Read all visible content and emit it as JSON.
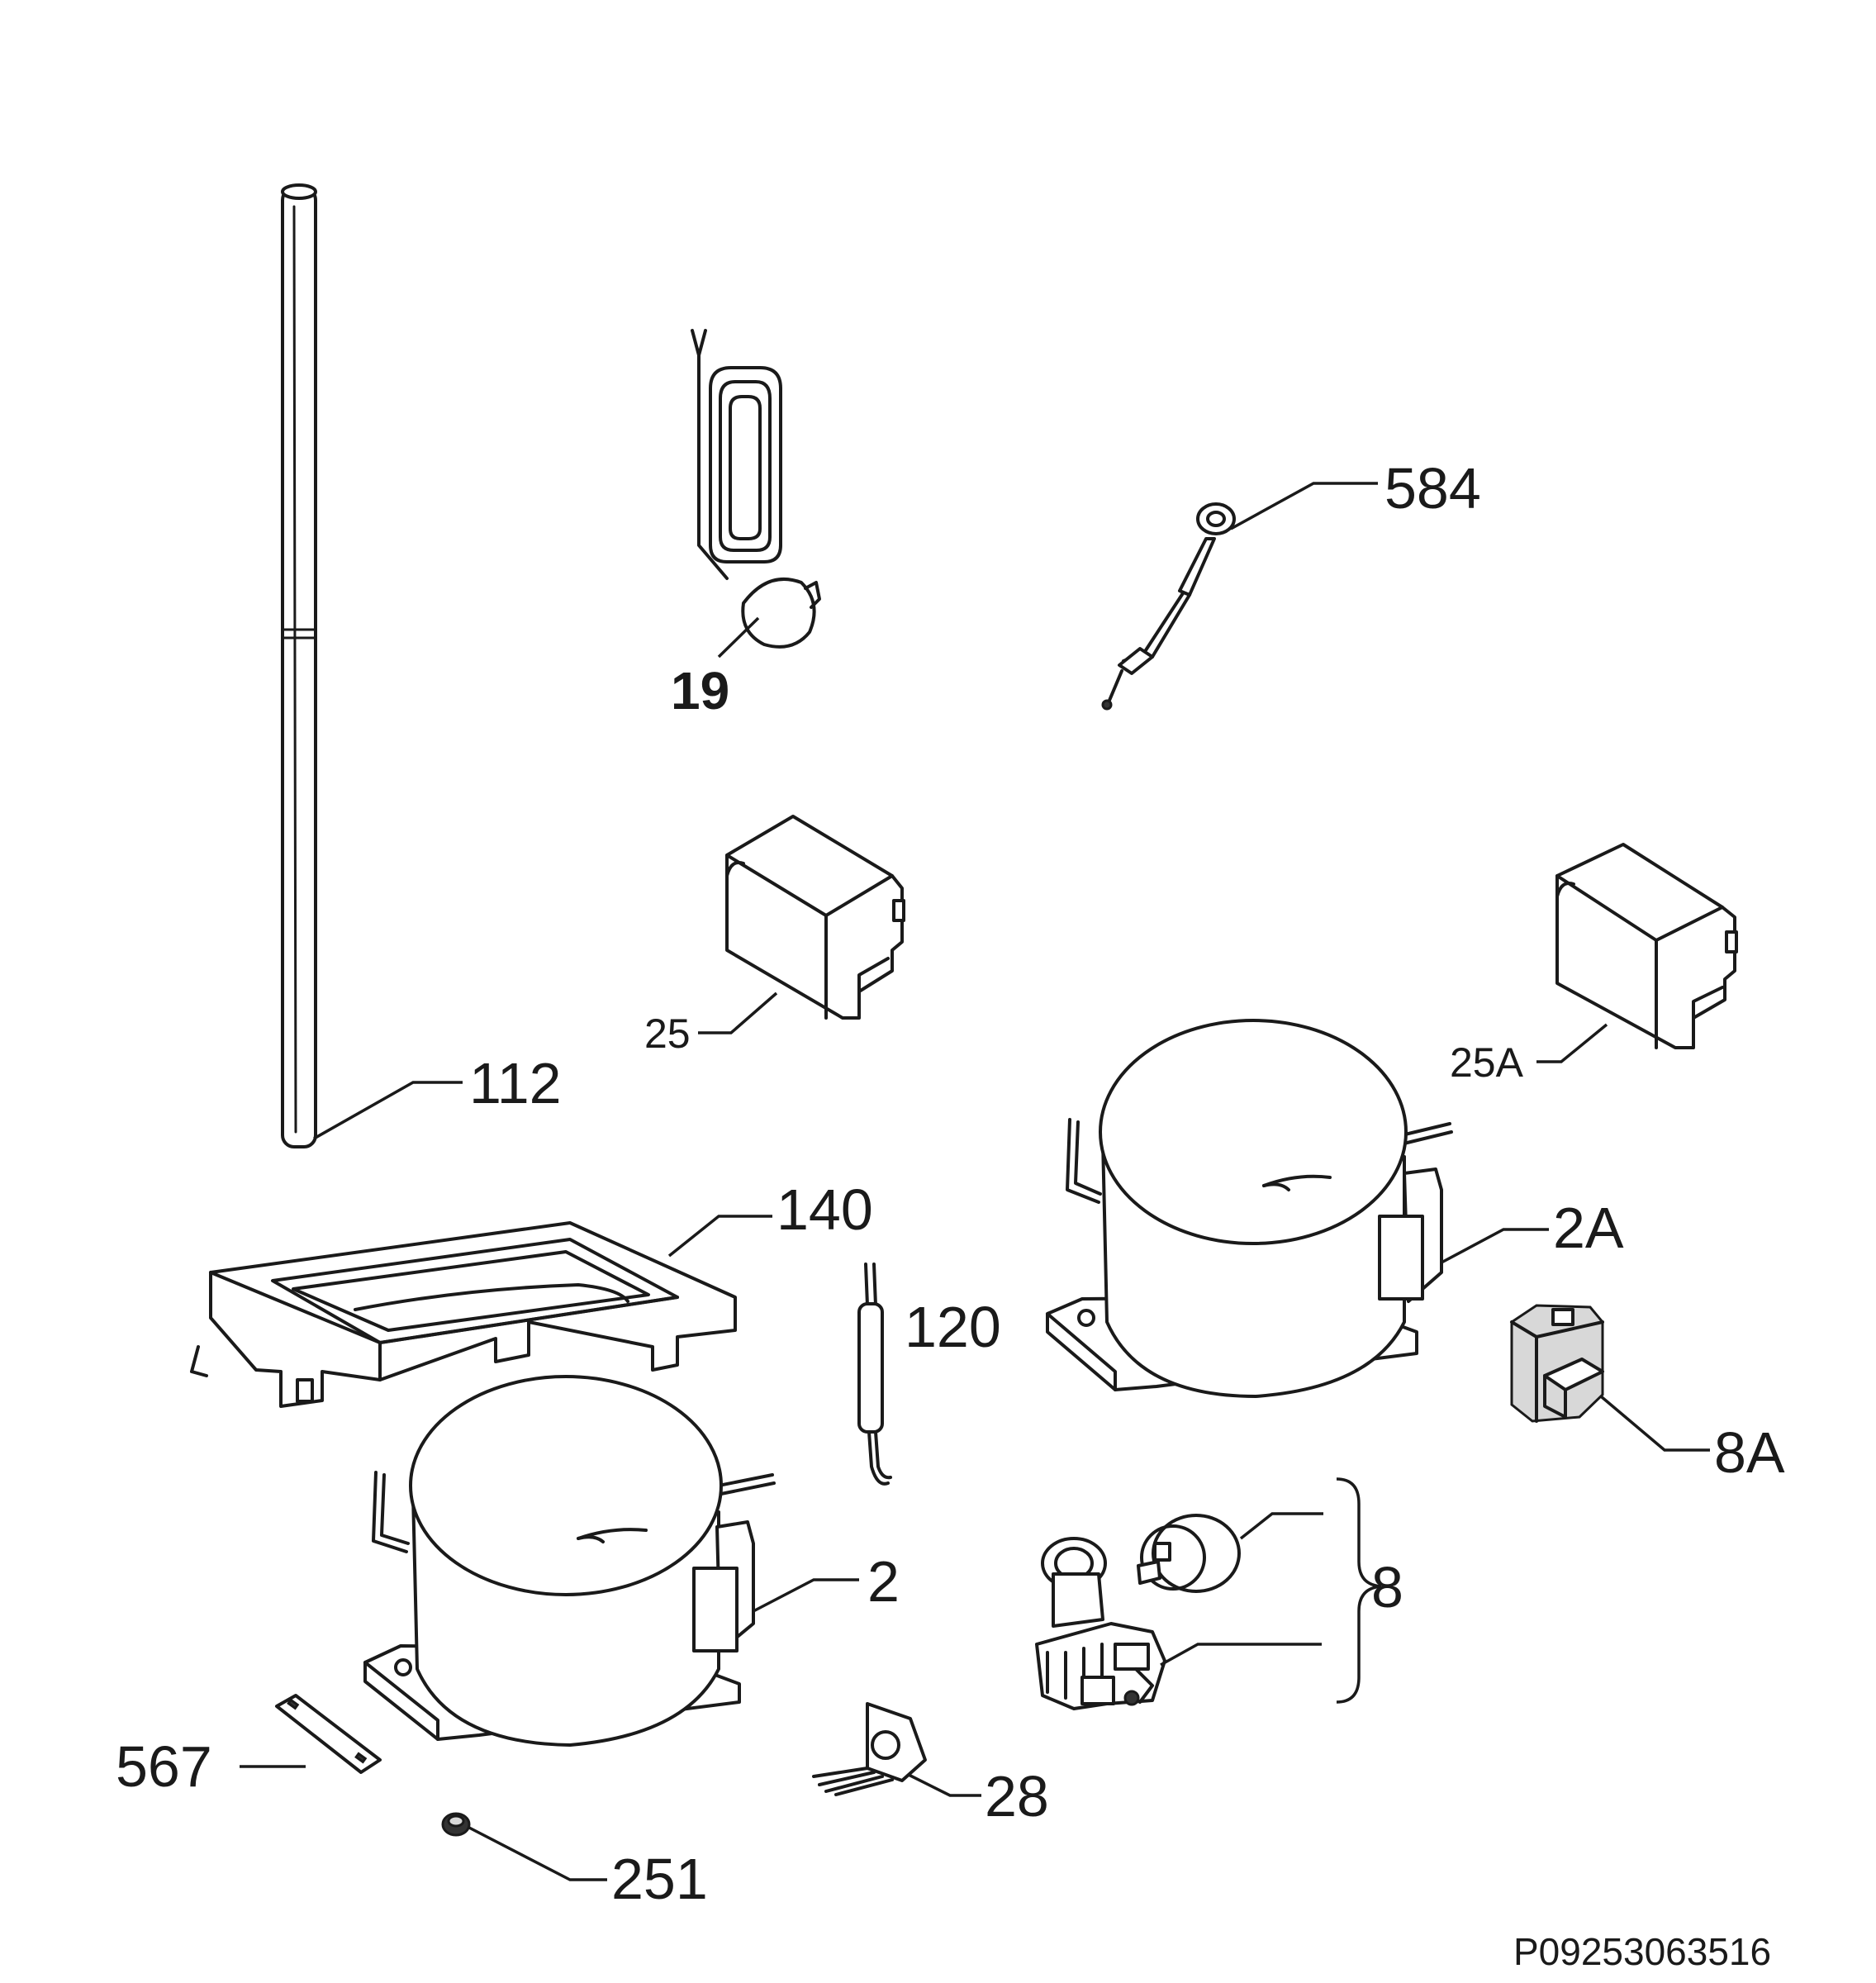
{
  "labels": {
    "l112": "112",
    "l19": "19",
    "l584": "584",
    "l25": "25",
    "l25A": "25A",
    "l140": "140",
    "l120": "120",
    "l2A": "2A",
    "l8A": "8A",
    "l2": "2",
    "l8": "8",
    "l567": "567",
    "l28": "28",
    "l251": "251"
  },
  "reference_code": "P09253063516"
}
